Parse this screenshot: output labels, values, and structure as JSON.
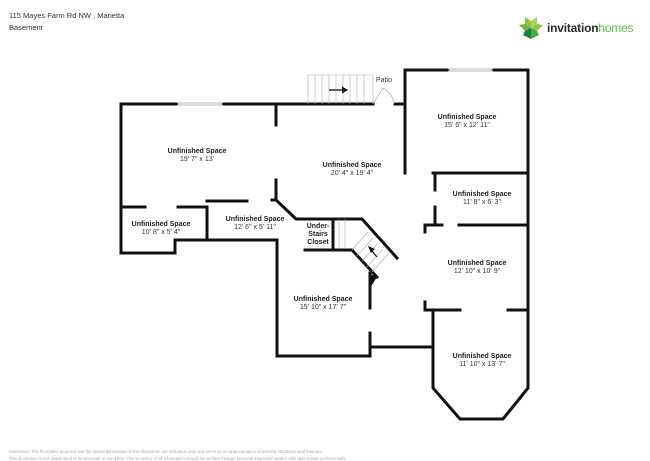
{
  "header": {
    "address": "115 Mayes Farm Rd NW , Marietta",
    "floor": "Basement"
  },
  "logo": {
    "word1": "invitation",
    "word2": "homes",
    "colors": [
      "#8dc63f",
      "#3fae49",
      "#1e7b3c"
    ]
  },
  "rooms": [
    {
      "name": "Unfinished Space",
      "dims": "19' 7\" x 13'"
    },
    {
      "name": "Unfinished Space",
      "dims": "20' 4\" x 19' 4\""
    },
    {
      "name": "Unfinished Space",
      "dims": "15' 6\" x 12' 11\""
    },
    {
      "name": "Unfinished Space",
      "dims": "11' 8\" x 6' 3\""
    },
    {
      "name": "Unfinished Space",
      "dims": "10' 8\" x 5' 4\""
    },
    {
      "name": "Unfinished Space",
      "dims": "12' 6\" x 5' 11\""
    },
    {
      "name": "Unfinished Space",
      "dims": "12' 10\" x 10' 9\""
    },
    {
      "name": "Unfinished Space",
      "dims": "15' 10\" x 17' 7\""
    },
    {
      "name": "Unfinished Space",
      "dims": "11' 10\" x 13' 7\""
    }
  ],
  "closet": {
    "line1": "Under-",
    "line2": "Stairs",
    "line3": "Closet"
  },
  "patio": "Patio",
  "disclaimer": {
    "line1": "Disclaimer: The floorplans depicted and the stated dimensions in this illustration are indicative only and serve as an approximation of existing structures and features.",
    "line2": "This illustration is not guaranteed to be accurate or complete. The accuracy of all information should be verified through personal inspection and/or with appropriate professionals."
  }
}
